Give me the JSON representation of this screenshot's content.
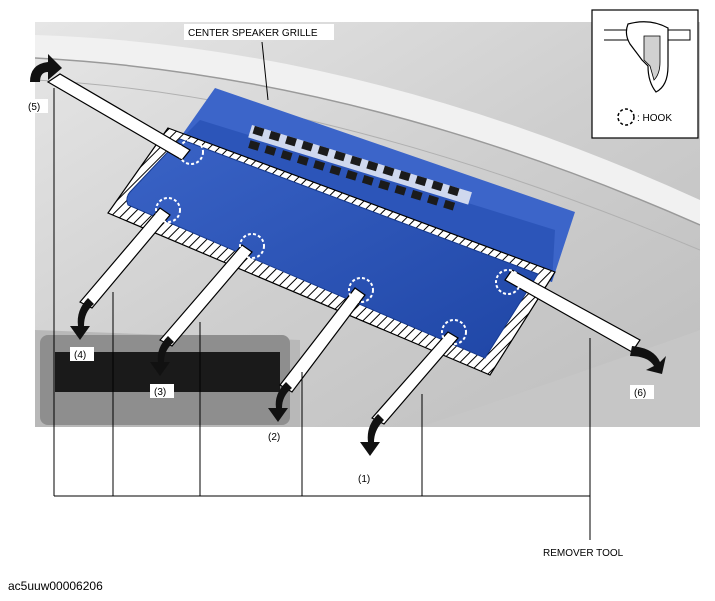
{
  "callouts": {
    "grille": "CENTER SPEAKER GRILLE",
    "tool": "REMOVER TOOL"
  },
  "inset": {
    "legend": ": HOOK",
    "icon": "hook-clip-icon"
  },
  "steps": [
    "(1)",
    "(2)",
    "(3)",
    "(4)",
    "(5)",
    "(6)"
  ],
  "doc_code": "ac5uuw00006206",
  "colors": {
    "grille_blue": "#2a54b8",
    "grille_blue_light": "#4f78cf",
    "dashboard_gray": "#cfcfcf",
    "arrow_black": "#111111"
  }
}
